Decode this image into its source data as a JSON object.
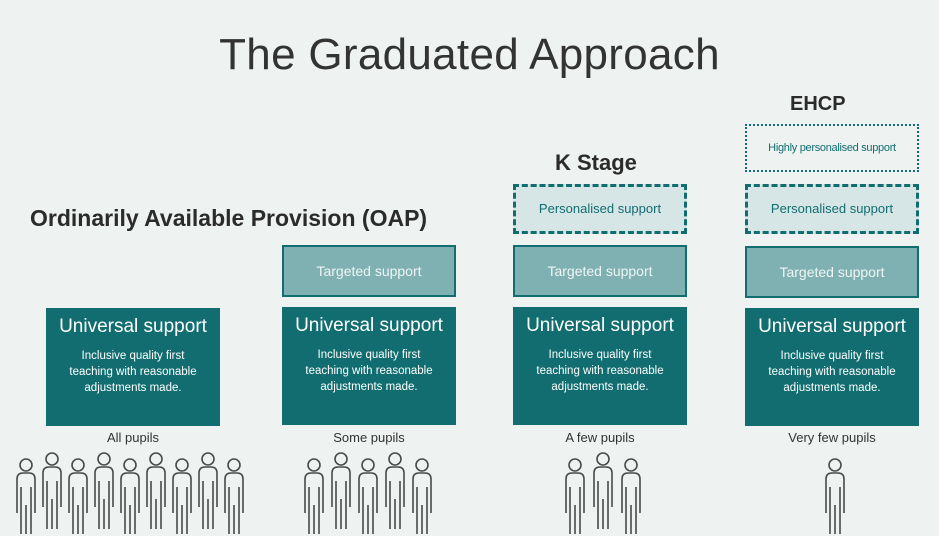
{
  "title": "The Graduated Approach",
  "labels": {
    "oap": "Ordinarily Available Provision (OAP)",
    "k_stage": "K Stage",
    "ehcp": "EHCP"
  },
  "columns": [
    {
      "caption": "All pupils",
      "universal_title": "Universal support",
      "universal_desc": "Inclusive quality first teaching with reasonable adjustments made.",
      "pupil_count": 9
    },
    {
      "caption": "Some pupils",
      "targeted": "Targeted support",
      "universal_title": "Universal support",
      "universal_desc": "Inclusive quality first teaching with reasonable adjustments made.",
      "pupil_count": 5
    },
    {
      "caption": "A few pupils",
      "personalised": "Personalised support",
      "targeted": "Targeted support",
      "universal_title": "Universal support",
      "universal_desc": "Inclusive quality first teaching with reasonable adjustments made.",
      "pupil_count": 3
    },
    {
      "caption": "Very few pupils",
      "highly": "Highly personalised support",
      "personalised": "Personalised support",
      "targeted": "Targeted support",
      "universal_title": "Universal support",
      "universal_desc": "Inclusive quality first teaching with reasonable adjustments made.",
      "pupil_count": 1
    }
  ],
  "colors": {
    "teal_dark": "#116d70",
    "teal_mid": "#7fb0b2",
    "teal_light": "#d6e6e7",
    "background": "#eef2f1"
  },
  "icons": [
    "person-icon"
  ]
}
